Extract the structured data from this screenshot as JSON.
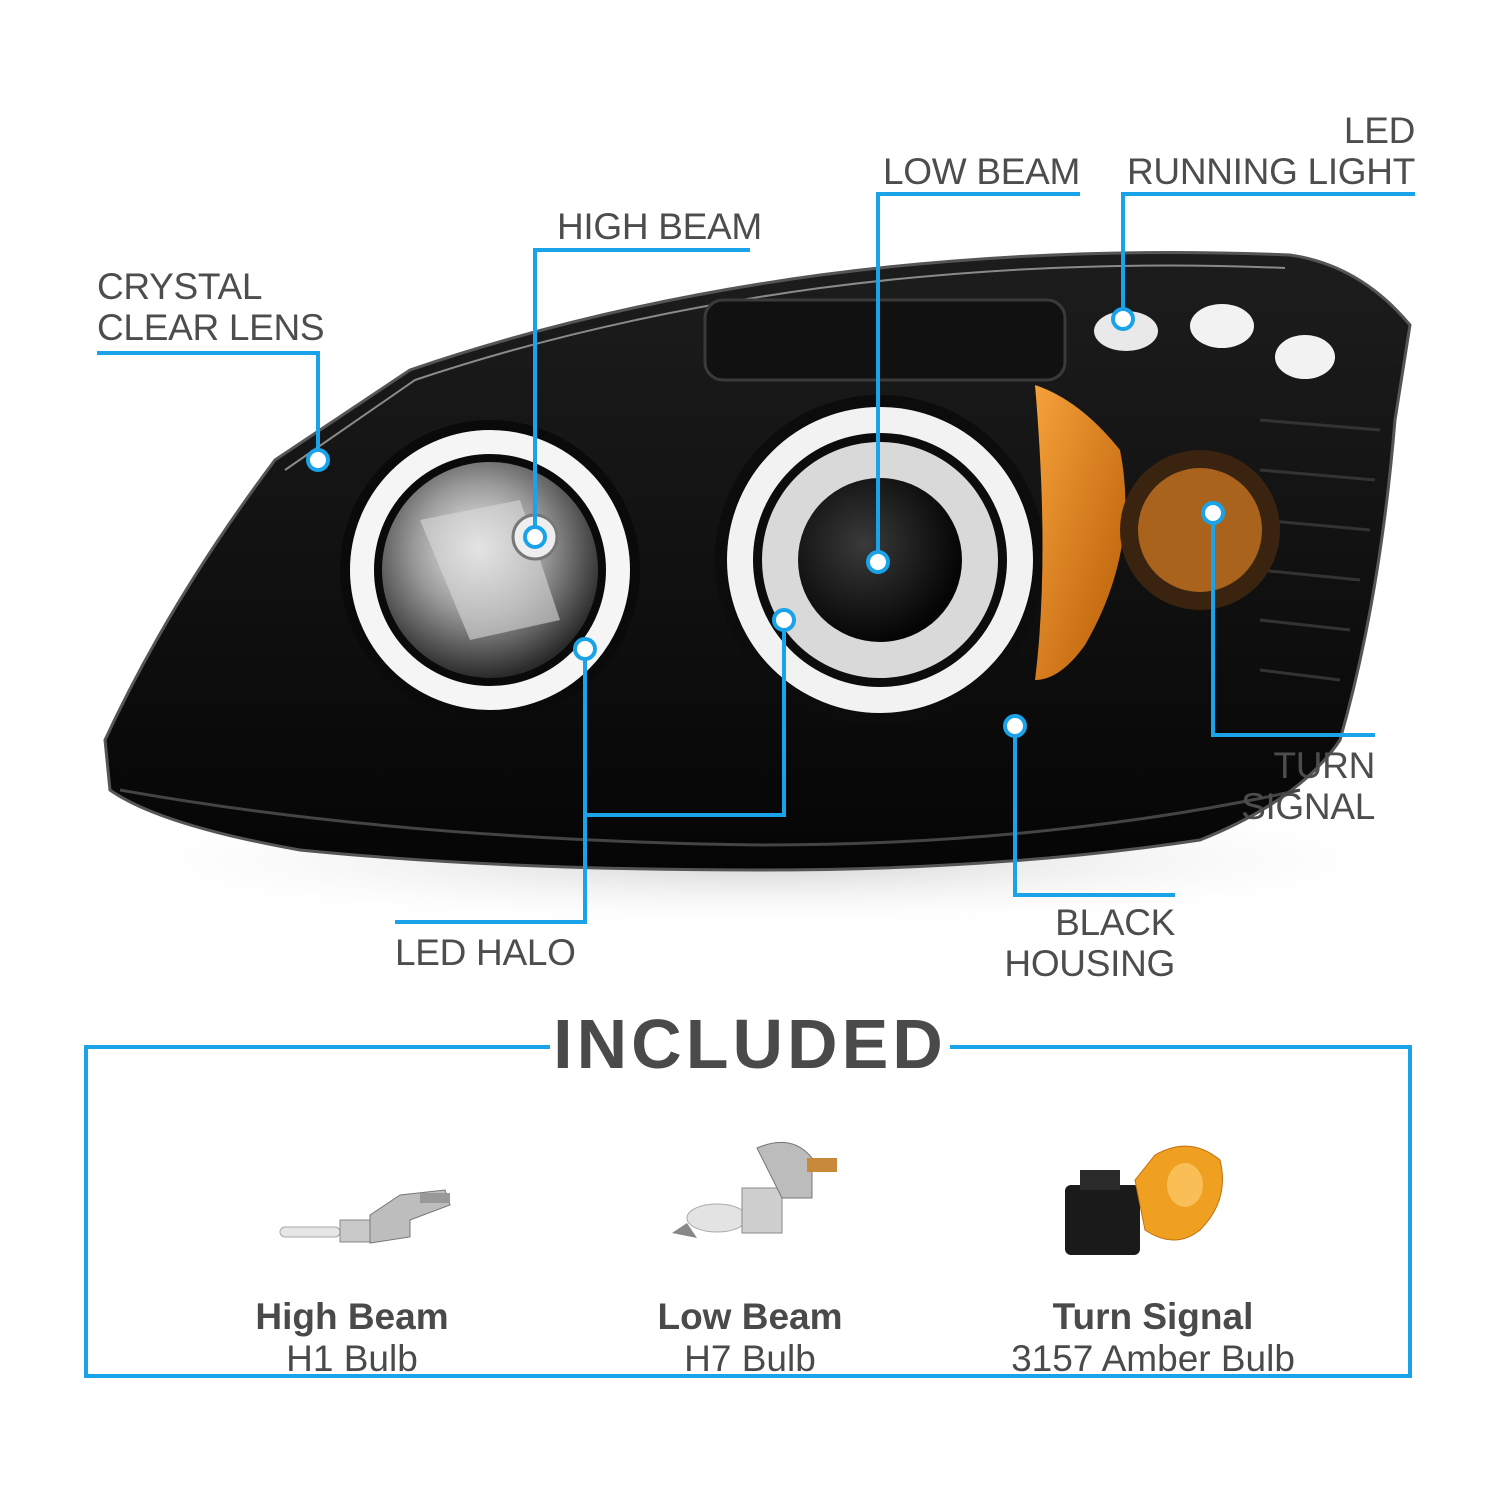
{
  "colors": {
    "accent": "#1aa3e8",
    "text": "#4a4a4a",
    "housing": "#0b0b0b",
    "amber": "#e88a1a"
  },
  "callouts": {
    "crystal_clear_lens": [
      "CRYSTAL",
      "CLEAR LENS"
    ],
    "high_beam": [
      "HIGH BEAM"
    ],
    "low_beam": [
      "LOW BEAM"
    ],
    "led_running_light": [
      "LED",
      "RUNNING LIGHT"
    ],
    "turn_signal": [
      "TURN",
      "SIGNAL"
    ],
    "black_housing": [
      "BLACK",
      "HOUSING"
    ],
    "led_halo": [
      "LED HALO"
    ]
  },
  "included": {
    "title": "INCLUDED",
    "items": [
      {
        "name": "High Beam",
        "bulb": "H1 Bulb",
        "icon": "h1-bulb-icon"
      },
      {
        "name": "Low Beam",
        "bulb": "H7 Bulb",
        "icon": "h7-bulb-icon"
      },
      {
        "name": "Turn Signal",
        "bulb": "3157 Amber Bulb",
        "icon": "3157-amber-bulb-icon"
      }
    ]
  }
}
